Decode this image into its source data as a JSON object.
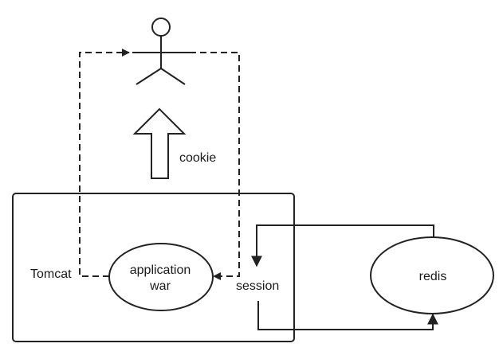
{
  "labels": {
    "cookie": "cookie",
    "tomcat": "Tomcat",
    "application_line1": "application",
    "application_line2": "war",
    "session": "session",
    "redis": "redis"
  },
  "colors": {
    "stroke": "#222222",
    "background": "#ffffff",
    "text": "#1a1a1a"
  }
}
